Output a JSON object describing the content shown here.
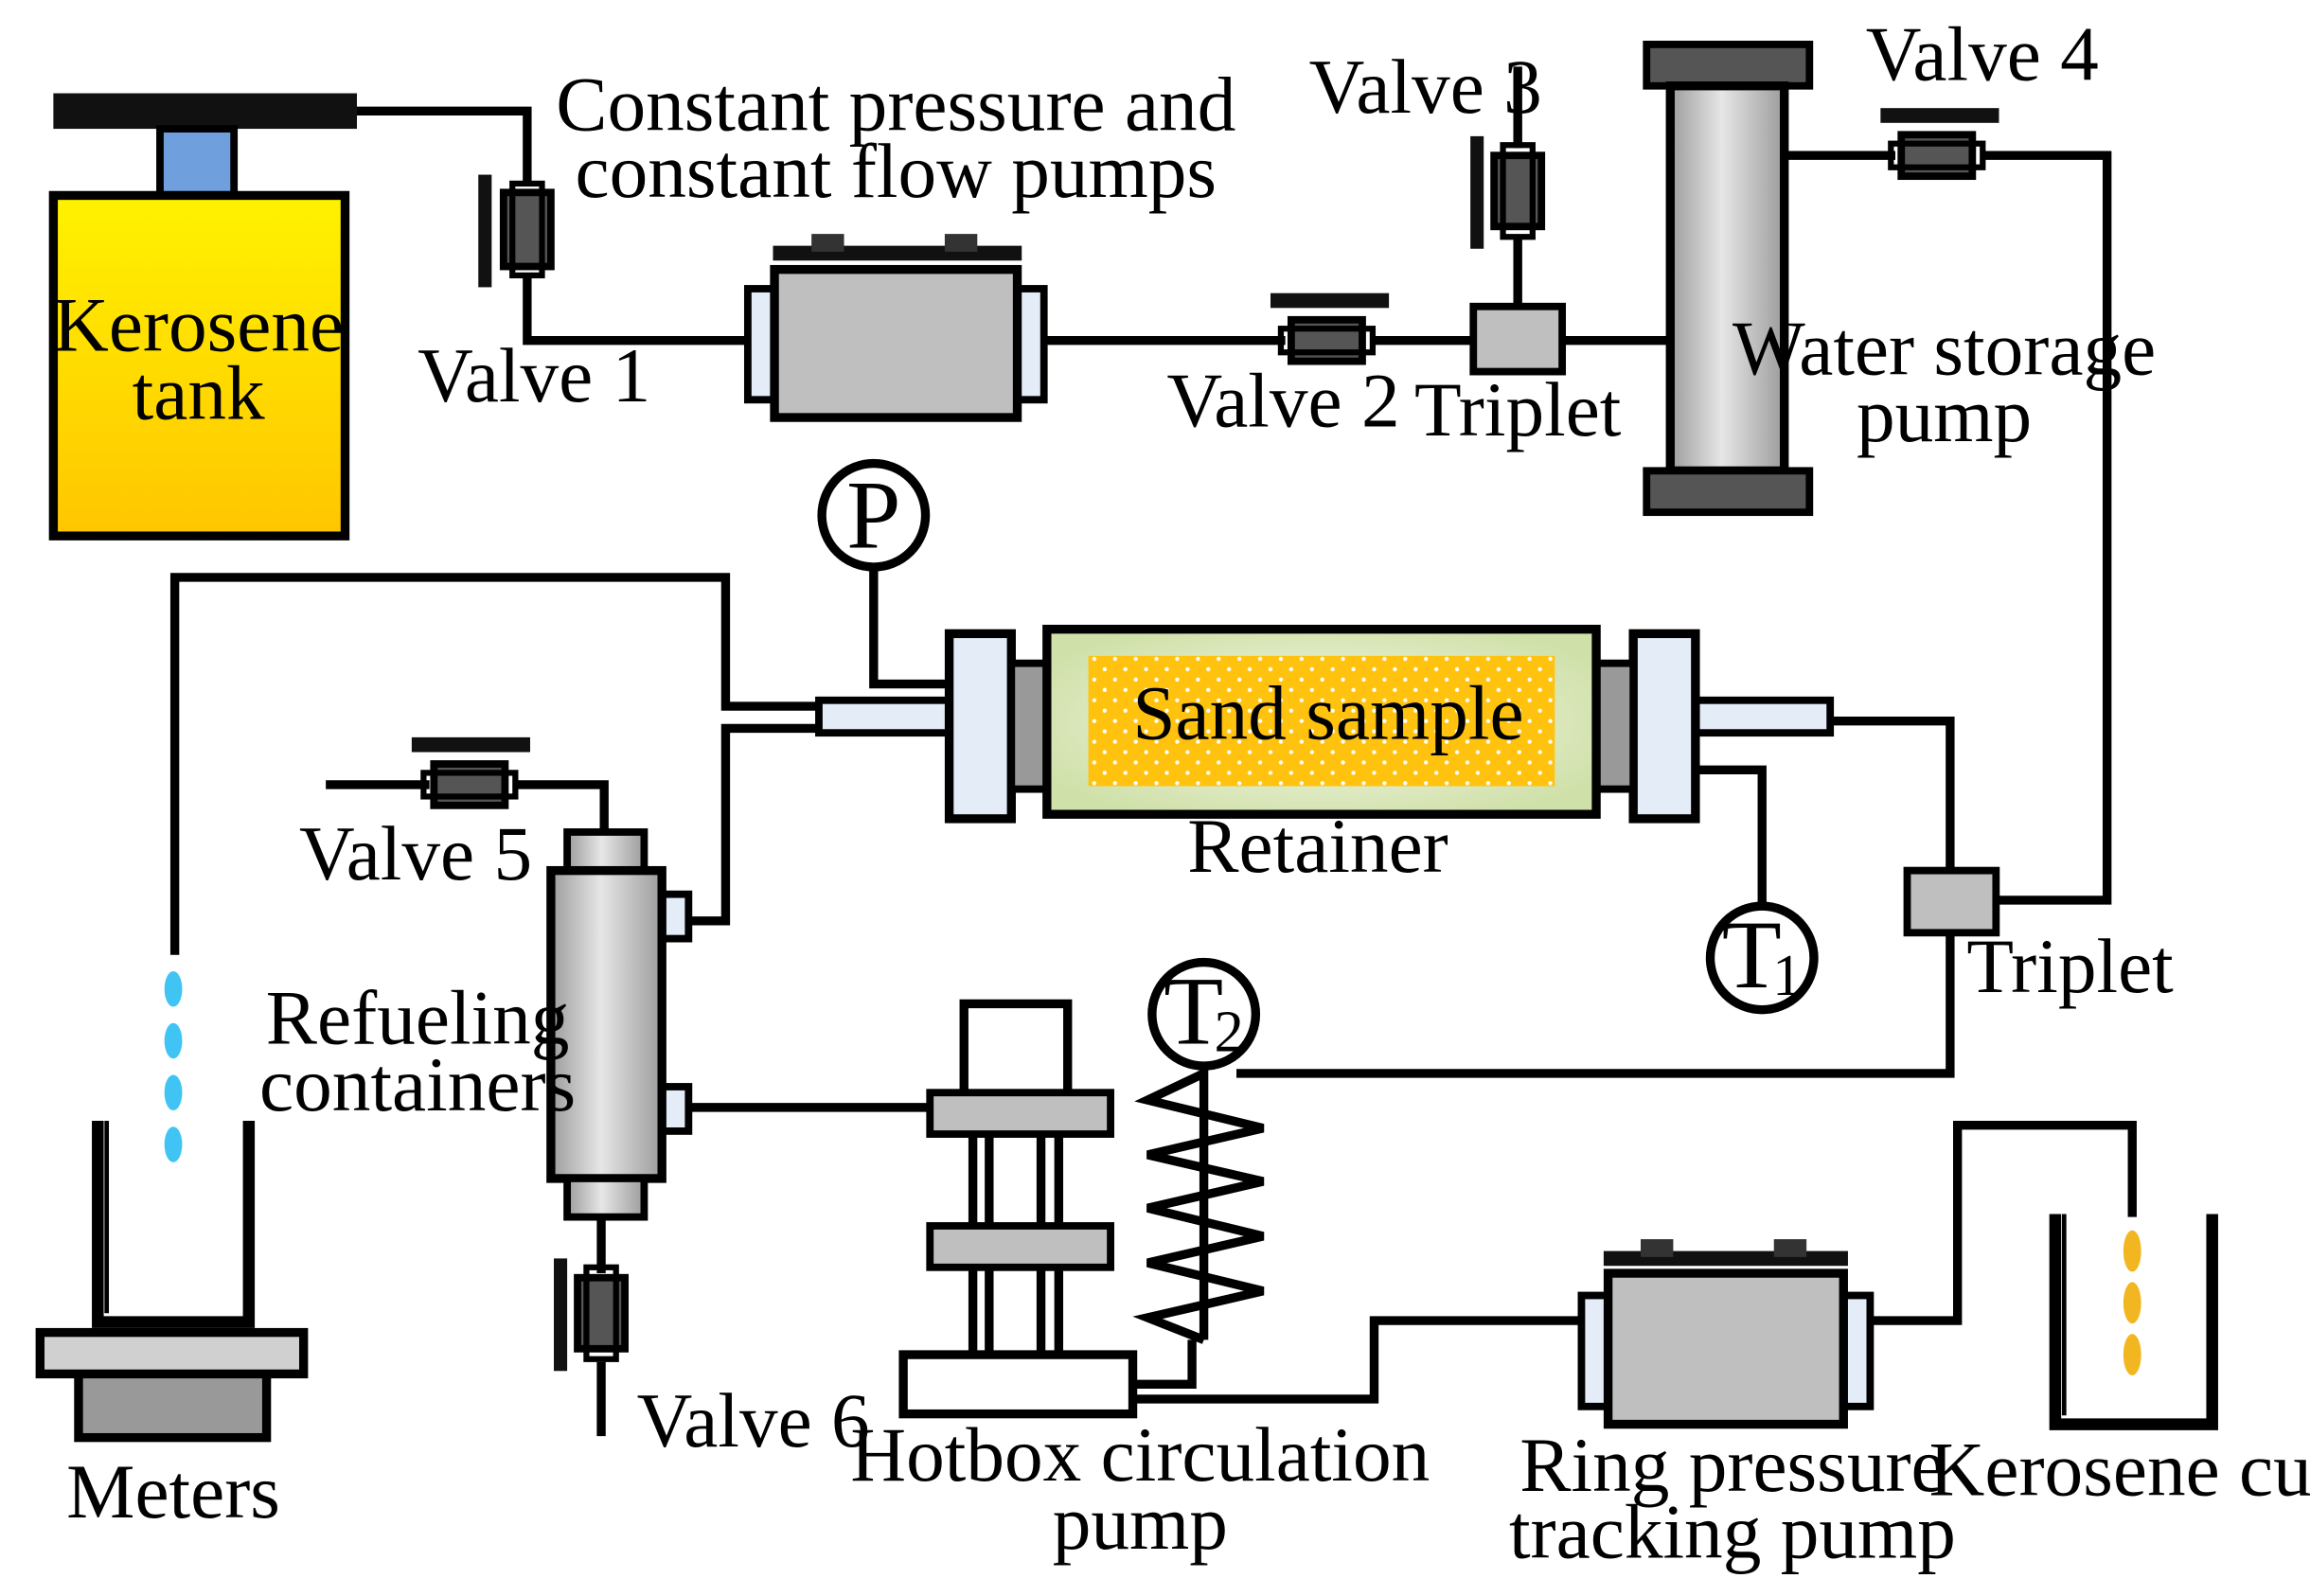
{
  "labels": {
    "kerosene_tank_1": "Kerosene",
    "kerosene_tank_2": "tank",
    "valve1": "Valve 1",
    "valve2": "Valve 2",
    "valve3": "Valve 3",
    "valve4": "Valve 4",
    "valve5": "Valve 5",
    "valve6": "Valve 6",
    "pumps_1": "Constant pressure and",
    "pumps_2": "constant flow pumps",
    "triplet_top": "Triplet",
    "triplet_right": "Triplet",
    "water_pump_1": "Water storage",
    "water_pump_2": "pump",
    "gauge_p": "P",
    "sand_sample": "Sand sample",
    "retainer": "Retainer",
    "t1": "T",
    "t1_sub": "1",
    "t2": "T",
    "t2_sub": "2",
    "refuel_1": "Refueling",
    "refuel_2": "containers",
    "hotbox_1": "Hotbox circulation",
    "hotbox_2": "pump",
    "ring_1": "Ring pressure",
    "ring_2": "tracking pump",
    "meters": "Meters",
    "kerosene_cup": "Kerosene cup"
  },
  "colors": {
    "line": "#000000",
    "tank": "#ffd400",
    "tank_neck": "#6f9fdc",
    "body_gray": "#bfbfbf",
    "dark_gray": "#555555",
    "light_blue": "#e4ecf7",
    "sand": "#ffc20e",
    "sand_border": "#d9e8b8",
    "water_drop": "#40c4f4",
    "kerosene_drop": "#f2b620"
  }
}
